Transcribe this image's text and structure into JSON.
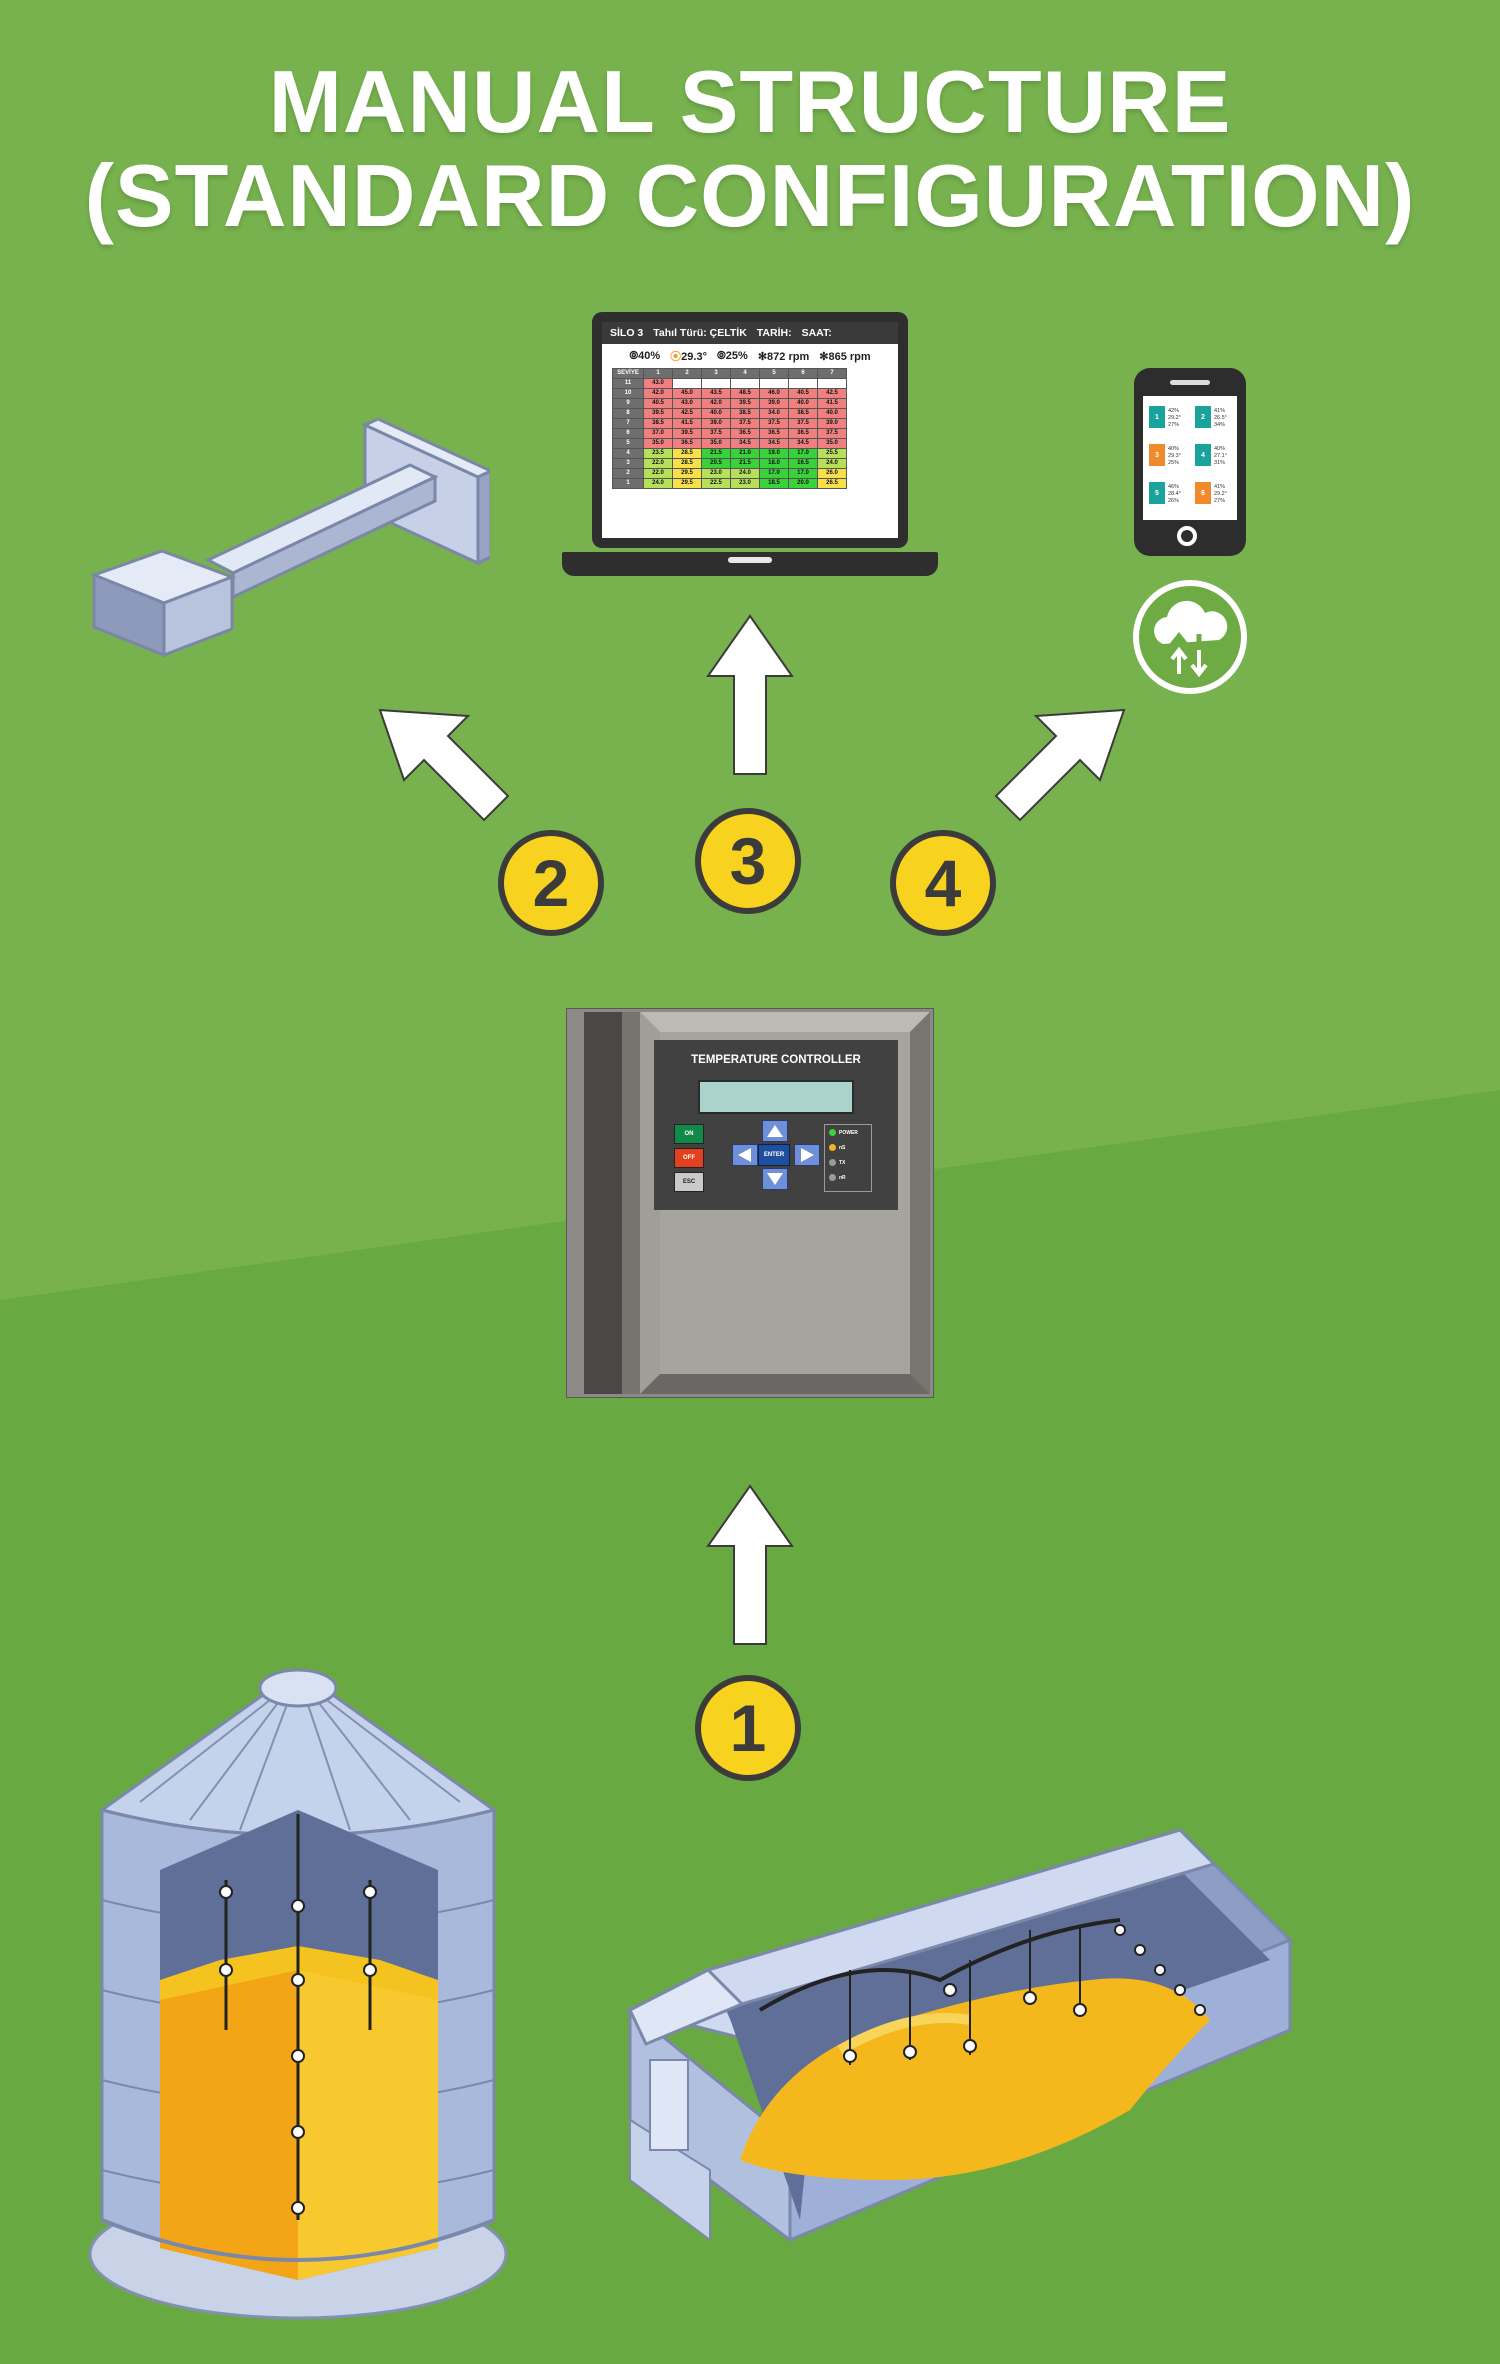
{
  "title": {
    "line1": "MANUAL STRUCTURE",
    "line2": "(STANDARD CONFIGURATION)"
  },
  "steps": [
    "1",
    "2",
    "3",
    "4"
  ],
  "colors": {
    "background": "#6fab45",
    "badge": "#f7d21e",
    "badge_border": "#3b3b3b",
    "arrow": "#ffffff",
    "grain": "#f7b318",
    "metal": "#b9c6de"
  },
  "laptop": {
    "header": {
      "silo": "SİLO 3",
      "grain_type": "Tahıl Türü: ÇELTİK",
      "date_label": "TARİH:",
      "time_label": "SAAT:"
    },
    "status": {
      "humidity": "40%",
      "temperature": "29.3°",
      "ambient": "25%",
      "fan1": "872 rpm",
      "fan2": "865 rpm"
    },
    "table": {
      "level_header": "SEVİYE",
      "columns": [
        "1",
        "2",
        "3",
        "4",
        "5",
        "6",
        "7"
      ],
      "rows": [
        {
          "level": "11",
          "values": [
            "43.0",
            "",
            "",
            "",
            "",
            "",
            ""
          ]
        },
        {
          "level": "10",
          "values": [
            "42.0",
            "45.0",
            "43.5",
            "48.5",
            "46.0",
            "40.5",
            "42.5"
          ]
        },
        {
          "level": "9",
          "values": [
            "40.5",
            "43.0",
            "42.0",
            "39.5",
            "39.0",
            "40.0",
            "41.5"
          ]
        },
        {
          "level": "8",
          "values": [
            "39.5",
            "42.5",
            "40.0",
            "38.5",
            "34.0",
            "38.5",
            "40.0"
          ]
        },
        {
          "level": "7",
          "values": [
            "38.5",
            "41.5",
            "39.0",
            "37.5",
            "37.5",
            "37.5",
            "39.0"
          ]
        },
        {
          "level": "6",
          "values": [
            "37.0",
            "39.5",
            "37.5",
            "36.5",
            "36.5",
            "36.5",
            "37.5"
          ]
        },
        {
          "level": "5",
          "values": [
            "35.0",
            "36.5",
            "35.0",
            "34.5",
            "34.5",
            "34.5",
            "35.0"
          ]
        },
        {
          "level": "4",
          "values": [
            "23.5",
            "28.5",
            "21.5",
            "21.0",
            "19.0",
            "17.0",
            "25.5"
          ]
        },
        {
          "level": "3",
          "values": [
            "22.0",
            "28.5",
            "20.5",
            "21.5",
            "18.0",
            "16.5",
            "24.0"
          ]
        },
        {
          "level": "2",
          "values": [
            "22.0",
            "29.5",
            "23.0",
            "24.0",
            "17.0",
            "17.0",
            "26.0"
          ]
        },
        {
          "level": "1",
          "values": [
            "24.0",
            "29.5",
            "22.5",
            "23.0",
            "18.5",
            "20.0",
            "26.5"
          ]
        }
      ]
    }
  },
  "controller": {
    "title": "TEMPERATURE CONTROLLER",
    "buttons": {
      "on": "ON",
      "off": "OFF",
      "esc": "ESC",
      "enter": "ENTER"
    },
    "leds": [
      "POWER",
      "nS",
      "TX",
      "nR"
    ]
  },
  "phone": {
    "silos": [
      {
        "id": "1",
        "lines": [
          "42%",
          "29.2°",
          "27%"
        ],
        "color": "#1aa39b"
      },
      {
        "id": "2",
        "lines": [
          "41%",
          "26.5°",
          "34%"
        ],
        "color": "#1aa39b"
      },
      {
        "id": "3",
        "lines": [
          "40%",
          "29.3°",
          "25%"
        ],
        "color": "#f08a2c"
      },
      {
        "id": "4",
        "lines": [
          "40%",
          "27.1°",
          "31%"
        ],
        "color": "#1aa39b"
      },
      {
        "id": "5",
        "lines": [
          "46%",
          "28.4°",
          "26%"
        ],
        "color": "#1aa39b"
      },
      {
        "id": "6",
        "lines": [
          "41%",
          "29.2°",
          "27%"
        ],
        "color": "#f08a2c"
      }
    ]
  }
}
